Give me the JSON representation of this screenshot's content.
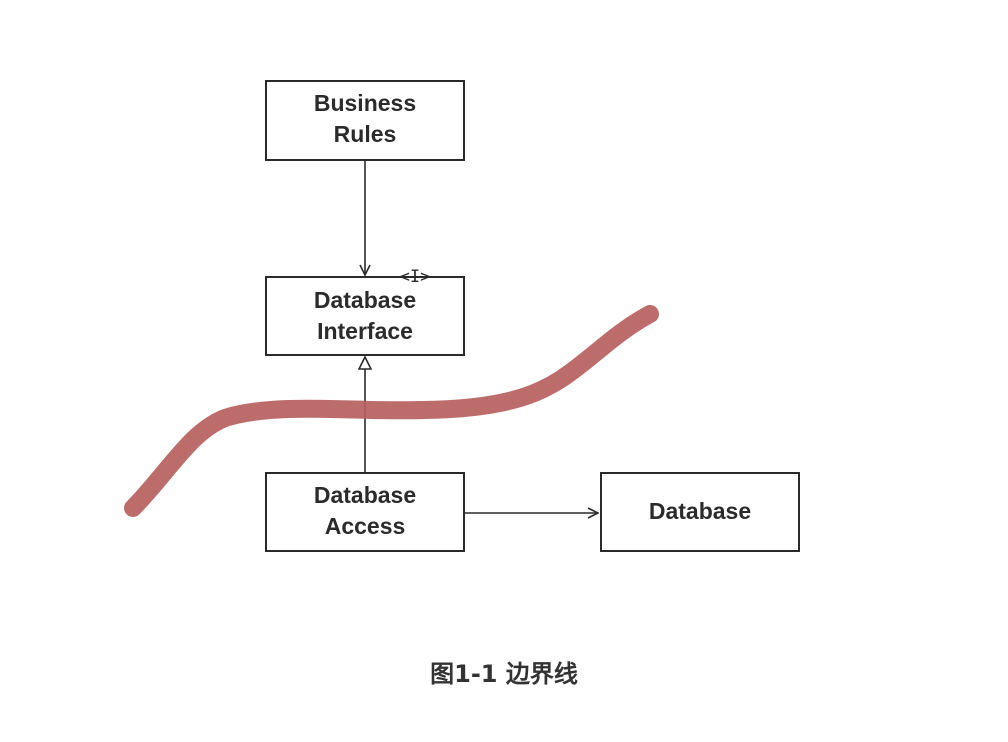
{
  "diagram": {
    "boxes": {
      "business_rules": {
        "line1": "Business",
        "line2": "Rules"
      },
      "database_interface": {
        "line1": "Database",
        "line2": "Interface",
        "stereotype": "<I>"
      },
      "database_access": {
        "line1": "Database",
        "line2": "Access"
      },
      "database": {
        "label": "Database"
      }
    },
    "boundary_color": "#b5605e"
  },
  "caption": "图1-1 边界线"
}
